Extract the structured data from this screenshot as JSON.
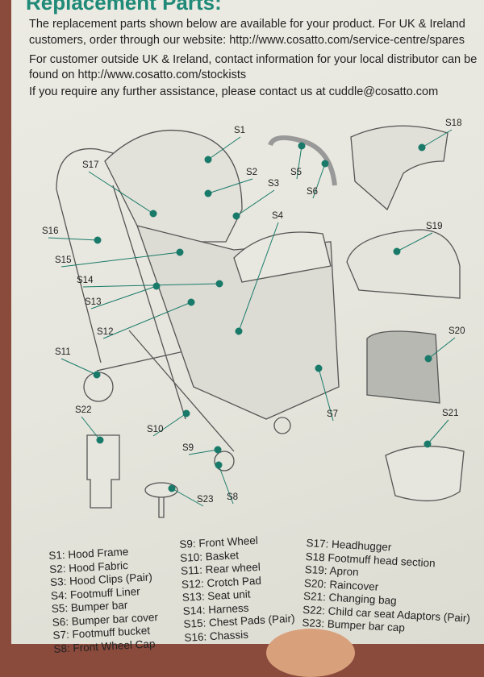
{
  "title": "Replacement Parts:",
  "intro": [
    "The replacement parts shown below are available for your product. For UK & Ireland",
    "customers,  order through our website: http://www.cosatto.com/service-centre/spares",
    "For customer outside UK & Ireland, contact information for your local distributor can be",
    "found on http://www.cosatto.com/stockists",
    "If you require any further assistance, please contact us at cuddle@cosatto.com"
  ],
  "callouts": [
    "S1",
    "S2",
    "S3",
    "S4",
    "S5",
    "S6",
    "S7",
    "S8",
    "S9",
    "S10",
    "S11",
    "S12",
    "S13",
    "S14",
    "S15",
    "S16",
    "S17",
    "S18",
    "S19",
    "S20",
    "S21",
    "S22",
    "S23"
  ],
  "legend": {
    "col1": [
      "S1:  Hood Frame",
      "S2:  Hood Fabric",
      "S3:  Hood Clips (Pair)",
      "S4:  Footmuff Liner",
      "S5:  Bumper bar",
      "S6:  Bumper bar cover",
      "S7:  Footmuff bucket",
      "S8:  Front Wheel Cap"
    ],
    "col2": [
      "S9:  Front Wheel",
      "S10: Basket",
      "S11: Rear wheel",
      "S12: Crotch Pad",
      "S13: Seat unit",
      "S14: Harness",
      "S15: Chest Pads (Pair)",
      "S16: Chassis"
    ],
    "col3": [
      "S17: Headhugger",
      "S18  Footmuff head section",
      "S19: Apron",
      "S20: Raincover",
      "S21: Changing bag",
      "S22: Child car seat Adaptors (Pair)",
      "S23: Bumper bar cap"
    ]
  },
  "colors": {
    "accent": "#1f8a78",
    "dot": "#1a7a6a"
  }
}
